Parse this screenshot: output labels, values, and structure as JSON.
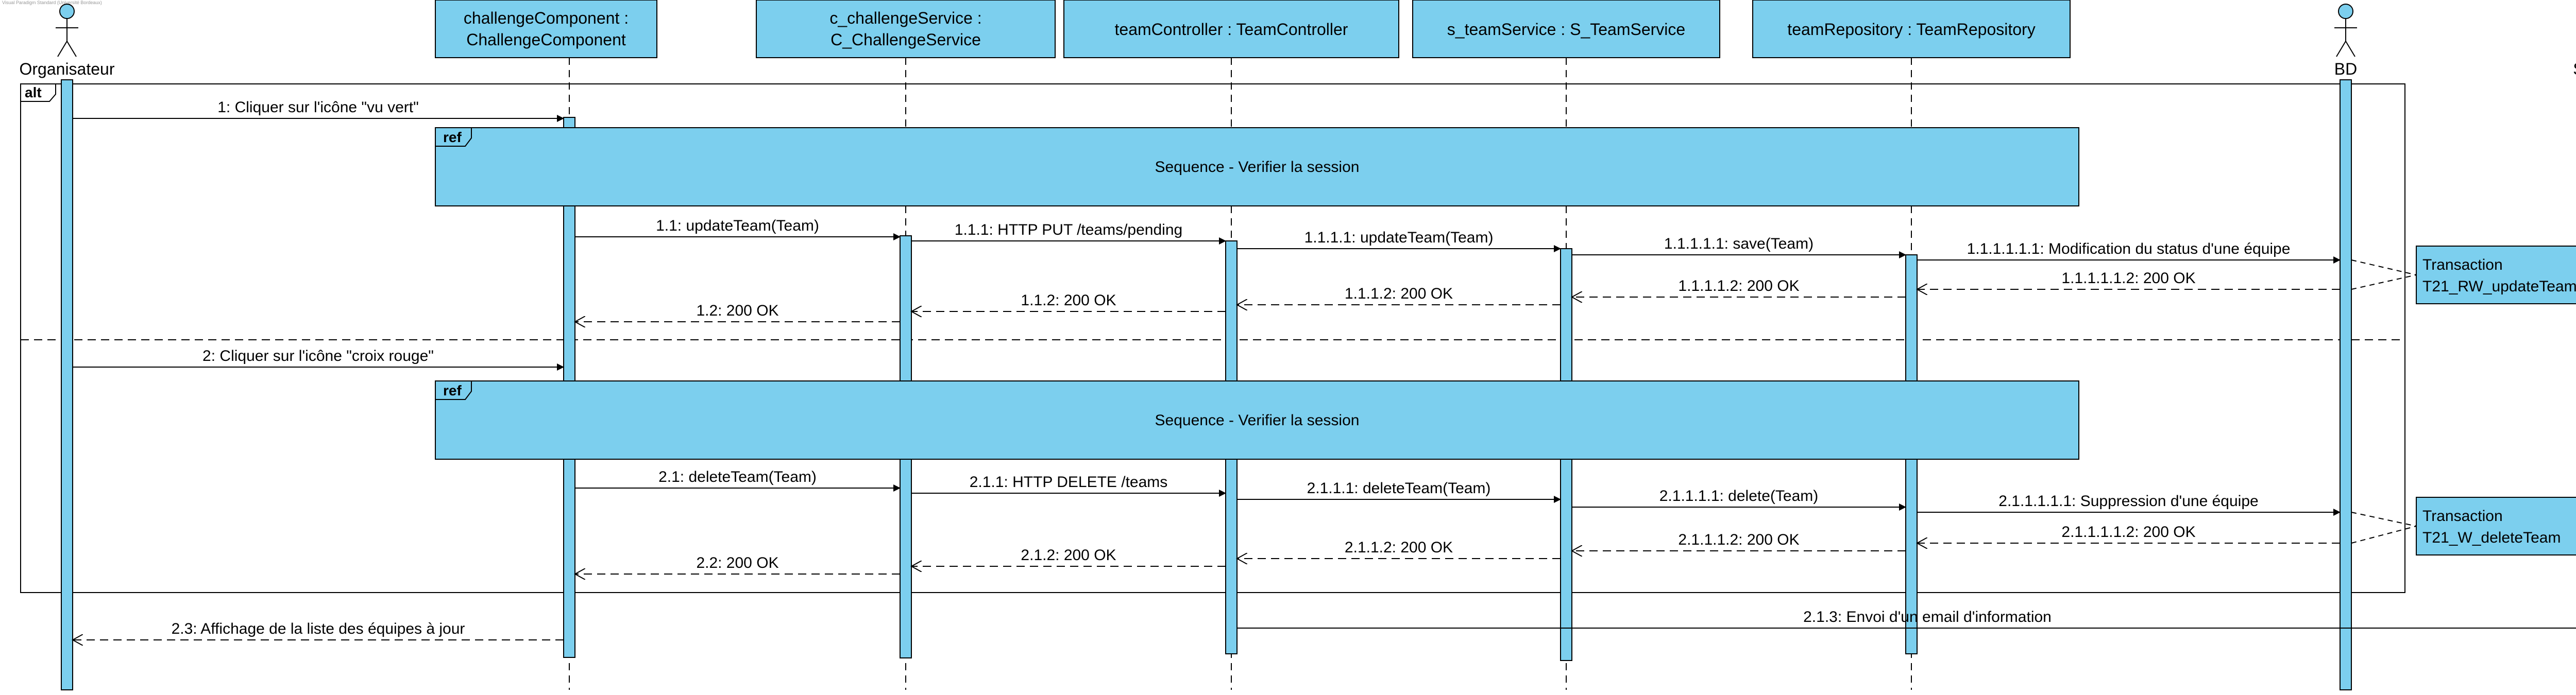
{
  "watermark": "Visual Paradigm Standard (Université Bordeaux)",
  "colors": {
    "fill": "#7ccfee",
    "stroke": "#000000",
    "arrow": "#000000",
    "background": "#ffffff"
  },
  "actors": [
    {
      "id": "organisateur",
      "label": "Organisateur"
    },
    {
      "id": "bd",
      "label": "BD"
    },
    {
      "id": "mail",
      "label": "Serveur mail"
    }
  ],
  "lifelines": [
    {
      "id": "challenge",
      "line1": "challengeComponent :",
      "line2": "ChallengeComponent"
    },
    {
      "id": "cservice",
      "line1": "c_challengeService :",
      "line2": "C_ChallengeService"
    },
    {
      "id": "teamctrl",
      "line1": "teamController : TeamController",
      "line2": ""
    },
    {
      "id": "steam",
      "line1": "s_teamService : S_TeamService",
      "line2": ""
    },
    {
      "id": "teamrepo",
      "line1": "teamRepository : TeamRepository",
      "line2": ""
    }
  ],
  "fragment": {
    "operator": "alt"
  },
  "refs": [
    {
      "tag": "ref",
      "label": "Sequence - Verifier la session"
    },
    {
      "tag": "ref",
      "label": "Sequence - Verifier la session"
    }
  ],
  "messages": [
    {
      "from": "organisateur",
      "to": "challenge",
      "label": "1: Cliquer sur l'icône \"vu vert\"",
      "kind": "sync"
    },
    {
      "from": "challenge",
      "to": "cservice",
      "label": "1.1: updateTeam(Team)",
      "kind": "sync"
    },
    {
      "from": "cservice",
      "to": "teamctrl",
      "label": "1.1.1: HTTP PUT /teams/pending",
      "kind": "sync"
    },
    {
      "from": "teamctrl",
      "to": "steam",
      "label": "1.1.1.1: updateTeam(Team)",
      "kind": "sync"
    },
    {
      "from": "steam",
      "to": "teamrepo",
      "label": "1.1.1.1.1: save(Team)",
      "kind": "sync"
    },
    {
      "from": "teamrepo",
      "to": "bd",
      "label": "1.1.1.1.1.1: Modification du status d'une équipe",
      "kind": "sync"
    },
    {
      "from": "bd",
      "to": "teamrepo",
      "label": "1.1.1.1.1.2: 200 OK",
      "kind": "return"
    },
    {
      "from": "teamrepo",
      "to": "steam",
      "label": "1.1.1.1.2: 200 OK",
      "kind": "return"
    },
    {
      "from": "steam",
      "to": "teamctrl",
      "label": "1.1.1.2: 200 OK",
      "kind": "return"
    },
    {
      "from": "teamctrl",
      "to": "cservice",
      "label": "1.1.2: 200 OK",
      "kind": "return"
    },
    {
      "from": "cservice",
      "to": "challenge",
      "label": "1.2: 200 OK",
      "kind": "return"
    },
    {
      "from": "organisateur",
      "to": "challenge",
      "label": "2: Cliquer sur l'icône \"croix rouge\"",
      "kind": "sync"
    },
    {
      "from": "challenge",
      "to": "cservice",
      "label": "2.1: deleteTeam(Team)",
      "kind": "sync"
    },
    {
      "from": "cservice",
      "to": "teamctrl",
      "label": "2.1.1: HTTP DELETE /teams",
      "kind": "sync"
    },
    {
      "from": "teamctrl",
      "to": "steam",
      "label": "2.1.1.1: deleteTeam(Team)",
      "kind": "sync"
    },
    {
      "from": "steam",
      "to": "teamrepo",
      "label": "2.1.1.1.1: delete(Team)",
      "kind": "sync"
    },
    {
      "from": "teamrepo",
      "to": "bd",
      "label": "2.1.1.1.1.1: Suppression d'une équipe",
      "kind": "sync"
    },
    {
      "from": "bd",
      "to": "teamrepo",
      "label": "2.1.1.1.1.2: 200 OK",
      "kind": "return"
    },
    {
      "from": "teamrepo",
      "to": "steam",
      "label": "2.1.1.1.2: 200 OK",
      "kind": "return"
    },
    {
      "from": "steam",
      "to": "teamctrl",
      "label": "2.1.1.2: 200 OK",
      "kind": "return"
    },
    {
      "from": "teamctrl",
      "to": "cservice",
      "label": "2.1.2: 200 OK",
      "kind": "return"
    },
    {
      "from": "cservice",
      "to": "challenge",
      "label": "2.2: 200 OK",
      "kind": "return"
    },
    {
      "from": "teamctrl",
      "to": "mail",
      "label": "2.1.3: Envoi d'un email d'information",
      "kind": "async"
    },
    {
      "from": "challenge",
      "to": "organisateur",
      "label": "2.3: Affichage de la liste des équipes à jour",
      "kind": "return"
    }
  ],
  "notes": [
    {
      "line1": "Transaction",
      "line2": "T21_RW_updateTeam"
    },
    {
      "line1": "Transaction",
      "line2": "T21_W_deleteTeam"
    }
  ]
}
